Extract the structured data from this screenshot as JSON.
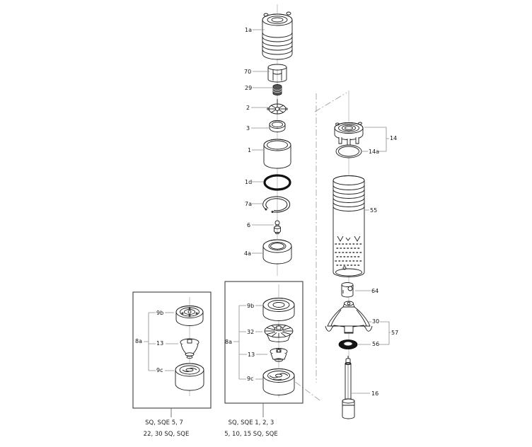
{
  "diagram": {
    "kind": "exploded-parts-diagram",
    "colors": {
      "line": "#1a1a1a",
      "leader": "#8c8c8c",
      "centerline": "#9a9a9a",
      "background": "#ffffff",
      "oring": "#111111"
    },
    "labels": {
      "m1a": "1a",
      "m70": "70",
      "m29": "29",
      "m2": "2",
      "m3": "3",
      "m1": "1",
      "m1d": "1d",
      "m7a": "7a",
      "m6": "6",
      "m4a": "4a",
      "left_8a": "8a",
      "left_9b": "9b",
      "left_13": "13",
      "left_9c": "9c",
      "mid_8a": "8a",
      "mid_9b": "9b",
      "mid_32": "32",
      "mid_13": "13",
      "mid_9c": "9c",
      "r14": "14",
      "r14a": "14a",
      "r55": "55",
      "r64": "64",
      "r30": "30",
      "r57": "57",
      "r56": "56",
      "r16": "16"
    },
    "captions": {
      "left_line1": "SQ, SQE 5, 7",
      "left_line2": "22, 30 SQ, SQE",
      "mid_line1": "SQ, SQE 1, 2, 3",
      "mid_line2": "5, 10, 15 SQ, SQE"
    }
  }
}
